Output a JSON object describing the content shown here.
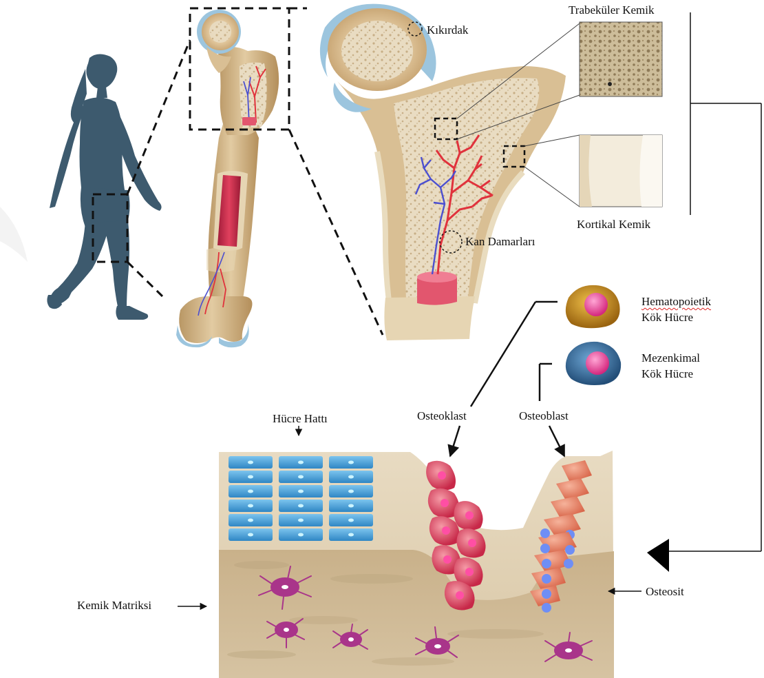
{
  "labels": {
    "kikirdak": "Kıkırdak",
    "trabekuler": "Trabeküler Kemik",
    "kortikal": "Kortikal Kemik",
    "kan_damarlari": "Kan Damarları",
    "hematopoietik_1": "Hematopoietik",
    "hematopoietik_2": "Kök Hücre",
    "mezenkimal_1": "Mezenkimal",
    "mezenkimal_2": "Kök Hücre",
    "osteoklast": "Osteoklast",
    "osteoblast": "Osteoblast",
    "hucre_hatti": "Hücre Hattı",
    "kemik_matriksi": "Kemik Matriksi",
    "osteosit": "Osteosit"
  },
  "colors": {
    "silhouette": "#3d5a6e",
    "bone": "#d8bd93",
    "bone_light": "#ead9b8",
    "cartilage": "#9cc5de",
    "marrow": "#d83c57",
    "artery": "#e0323c",
    "vein": "#4b4fd0",
    "lining_cell": "#4aa3dc",
    "osteoclast": "#e2405f",
    "osteoblast": "#e87a5e",
    "osteocyte": "#a9358a",
    "matrix": "#cdb58e"
  }
}
